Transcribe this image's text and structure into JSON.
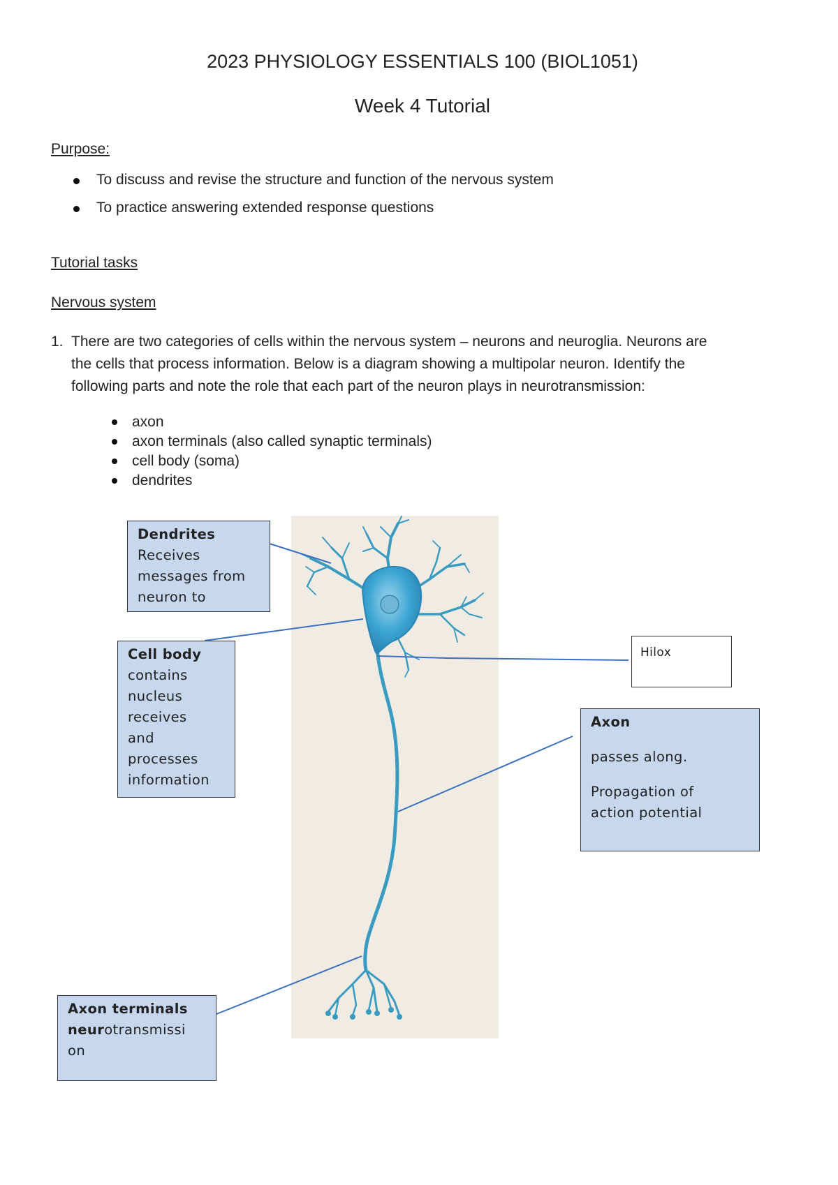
{
  "header": {
    "course_title": "2023 PHYSIOLOGY ESSENTIALS 100 (BIOL1051)",
    "week_title": "Week 4 Tutorial"
  },
  "purpose": {
    "heading": "Purpose:",
    "items": [
      "To discuss and revise the structure and function of the nervous system",
      "To practice answering extended response questions"
    ]
  },
  "tasks": {
    "heading": "Tutorial tasks",
    "subheading": "Nervous system",
    "q1_number": "1.",
    "q1_lines": [
      "There are two categories of cells within the nervous system – neurons and neuroglia. Neurons are",
      "the cells that process information. Below is a diagram showing a multipolar neuron. Identify the",
      "following parts and note the role that each part of the neuron plays in neurotransmission:"
    ],
    "parts": [
      "axon",
      "axon terminals (also called synaptic terminals)",
      "cell body (soma)",
      "dendrites"
    ]
  },
  "labels": {
    "dendrites": {
      "title": "Dendrites",
      "lines": [
        "Receives",
        "messages from",
        "neuron to"
      ]
    },
    "cell_body": {
      "title": "Cell body",
      "lines": [
        "contains",
        "nucleus",
        "receives",
        "and",
        "processes",
        "information"
      ]
    },
    "hilox": {
      "text": "Hilox"
    },
    "axon": {
      "title": "Axon",
      "line1": "passes along.",
      "line2": "Propagation of",
      "line3": "action potential"
    },
    "axon_terminals": {
      "title": "Axon terminals",
      "bold_part": "neur",
      "rest_line": "otransmissi",
      "last_line": "on"
    }
  },
  "colors": {
    "label_fill": "#c7d8ee",
    "panel_bg": "#f0ece3",
    "neuron": "#3a9bc1",
    "leader_line": "#3b6fc0"
  }
}
